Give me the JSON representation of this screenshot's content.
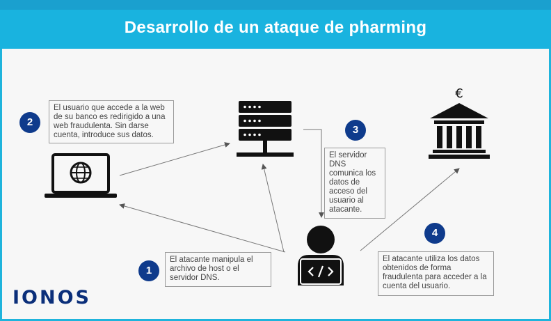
{
  "title": "Desarrollo de un ataque de pharming",
  "steps": [
    {
      "number": "1",
      "text": "El atacante manipula el archivo de host o el servidor DNS."
    },
    {
      "number": "2",
      "text": "El usuario que accede a la web de su banco es redirigido a una web fraudulenta. Sin darse cuenta, introduce sus datos."
    },
    {
      "number": "3",
      "text": "El servidor DNS comunica los datos de acceso del usuario al atacante."
    },
    {
      "number": "4",
      "text": "El atacante utiliza los datos obtenidos de forma fraudulenta para acceder a la cuenta del usuario."
    }
  ],
  "bank_symbol": "€",
  "logo": "IONOS",
  "colors": {
    "header": "#19b3df",
    "badge": "#0f3b8c",
    "logo": "#0b2f7a",
    "icon": "#111111"
  },
  "icons": [
    "laptop-icon",
    "globe-icon",
    "server-icon",
    "bank-icon",
    "hacker-icon",
    "code-icon"
  ]
}
